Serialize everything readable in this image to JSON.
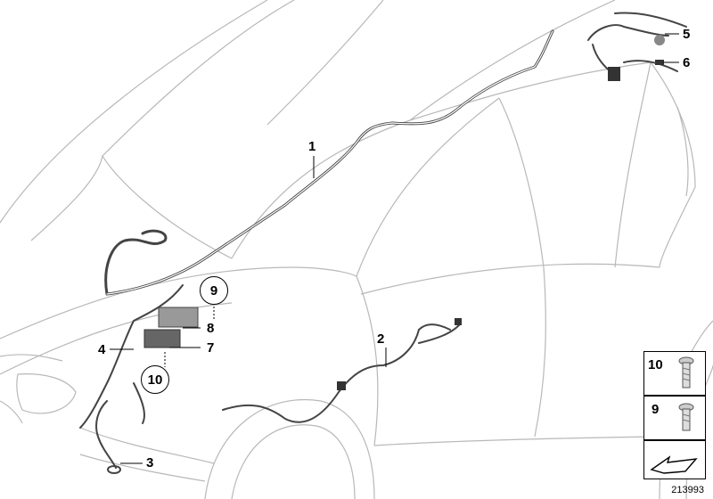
{
  "diagram": {
    "callouts": {
      "c1": "1",
      "c2": "2",
      "c3": "3",
      "c4": "4",
      "c5": "5",
      "c6": "6",
      "c7": "7",
      "c8": "8",
      "c9": "9",
      "c10": "10"
    },
    "legend": {
      "item_top": "10",
      "item_mid": "9"
    },
    "doc_number": "213993"
  }
}
